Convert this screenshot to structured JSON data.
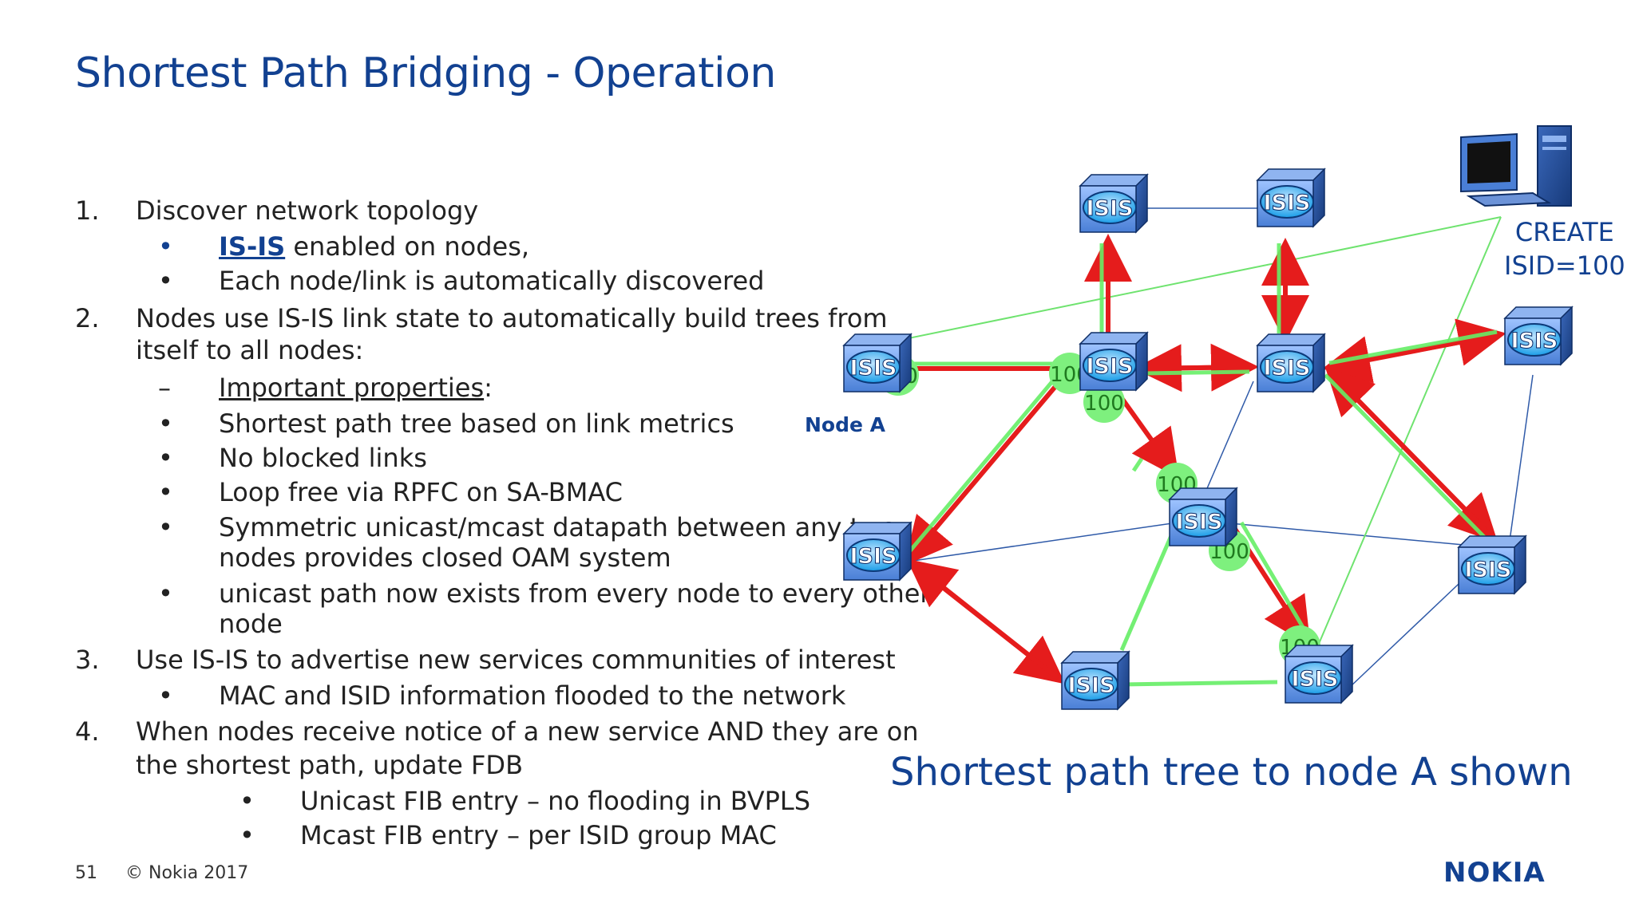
{
  "title": "Shortest Path Bridging - Operation",
  "list": [
    {
      "kind": "num",
      "marker": "1.",
      "text": "Discover network topology"
    },
    {
      "kind": "bullet",
      "marker": "•",
      "link": "IS-IS",
      "text": " enabled on nodes,"
    },
    {
      "kind": "bullet",
      "marker": "•",
      "text": "Each node/link is automatically discovered"
    },
    {
      "kind": "num",
      "marker": "2.",
      "text": "Nodes use IS-IS link state to automatically build trees from"
    },
    {
      "kind": "cont",
      "text": "itself to all nodes:"
    },
    {
      "kind": "dash",
      "marker": "–",
      "underlined": "Important properties",
      "text": ":"
    },
    {
      "kind": "bullet",
      "marker": "•",
      "text": "Shortest path tree based on link metrics"
    },
    {
      "kind": "bullet",
      "marker": "•",
      "text": "No blocked links"
    },
    {
      "kind": "bullet",
      "marker": "•",
      "text": "Loop free via RPFC on SA-BMAC"
    },
    {
      "kind": "bullet",
      "marker": "•",
      "text": "Symmetric unicast/mcast datapath between any two"
    },
    {
      "kind": "cont2",
      "text": "nodes provides closed OAM system"
    },
    {
      "kind": "bullet",
      "marker": "•",
      "text": "unicast path now exists from every node to every other"
    },
    {
      "kind": "cont2",
      "text": "node"
    },
    {
      "kind": "num",
      "marker": "3.",
      "text": "Use IS-IS to advertise new services communities of interest"
    },
    {
      "kind": "bullet",
      "marker": "•",
      "text": "MAC and ISID information flooded to the network"
    },
    {
      "kind": "num",
      "marker": "4.",
      "text": "When nodes receive notice of a new service AND they are on"
    },
    {
      "kind": "cont",
      "text": "the shortest path, update FDB"
    },
    {
      "kind": "bullet2",
      "marker": "•",
      "text": "Unicast FIB entry – no flooding in BVPLS"
    },
    {
      "kind": "bullet2",
      "marker": "•",
      "text": "Mcast FIB entry – per ISID group MAC"
    }
  ],
  "footer": {
    "page": "51",
    "copyright": "© Nokia 2017"
  },
  "logo": "NOKIA",
  "diagram": {
    "node_label": "ISIS",
    "node_a_label": "Node A",
    "create_label_1": "CREATE",
    "create_label_2": "ISID=100",
    "metric_label": "100",
    "caption": "Shortest path tree to node A shown",
    "colors": {
      "brand": "#124191",
      "tree_green": "#66ee66",
      "path_red": "#e51c1c",
      "node_blue": "#4a7fd6"
    }
  }
}
